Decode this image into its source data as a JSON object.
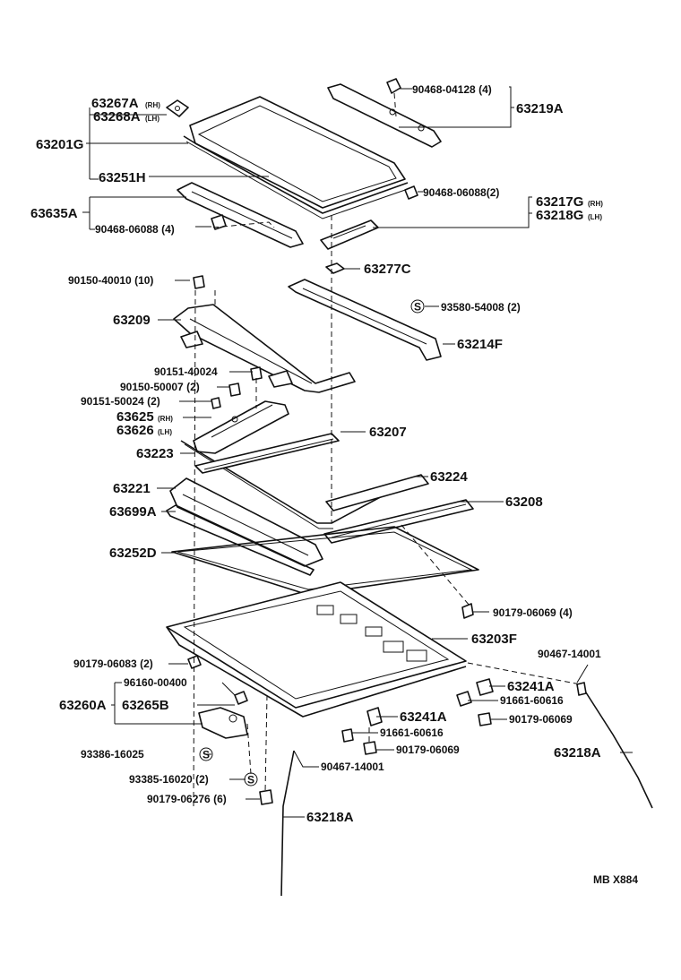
{
  "labels": {
    "p63267a": "63267A",
    "p63267a_sfx": "(RH)",
    "p63268a": "63268A",
    "p63268a_sfx": "(LH)",
    "p63201g": "63201G",
    "p63251h": "63251H",
    "p63635a": "63635A",
    "p90468_06088_4": "90468-06088 (4)",
    "p90468_04128": "90468-04128 (4)",
    "p63219a": "63219A",
    "p90468_06088_2": "90468-06088(2)",
    "p63217g": "63217G",
    "p63217g_sfx": "(RH)",
    "p63218g": "63218G",
    "p63218g_sfx": "(LH)",
    "p63277c": "63277C",
    "p90150_40010": "90150-40010 (10)",
    "p93580_54008": "93580-54008 (2)",
    "p63209": "63209",
    "p63214f": "63214F",
    "p90151_40024": "90151-40024",
    "p90150_50007": "90150-50007 (2)",
    "p90151_50024": "90151-50024 (2)",
    "p63625": "63625",
    "p63625_sfx": "(RH)",
    "p63626": "63626",
    "p63626_sfx": "(LH)",
    "p63207": "63207",
    "p63223": "63223",
    "p63224": "63224",
    "p63221": "63221",
    "p63208": "63208",
    "p63699a": "63699A",
    "p63252d": "63252D",
    "p90179_06069_4": "90179-06069 (4)",
    "p63203f": "63203F",
    "p90467_14001_r": "90467-14001",
    "p90179_06083": "90179-06083 (2)",
    "p96160_00400": "96160-00400",
    "p63260a": "63260A",
    "p63265b": "63265B",
    "p63241a_r": "63241A",
    "p91661_60616_r": "91661-60616",
    "p90179_06069_r": "90179-06069",
    "p63241a_c": "63241A",
    "p91661_60616_c": "91661-60616",
    "p90179_06069_c": "90179-06069",
    "p93386_16025": "93386-16025",
    "p93385_16020": "93385-16020 (2)",
    "p90467_14001_c": "90467-14001",
    "p90179_06276": "90179-06276 (6)",
    "p63218a_r": "63218A",
    "p63218a_c": "63218A",
    "diagram_code": "MB X884"
  },
  "symbols": {
    "s_glyph": "S"
  }
}
